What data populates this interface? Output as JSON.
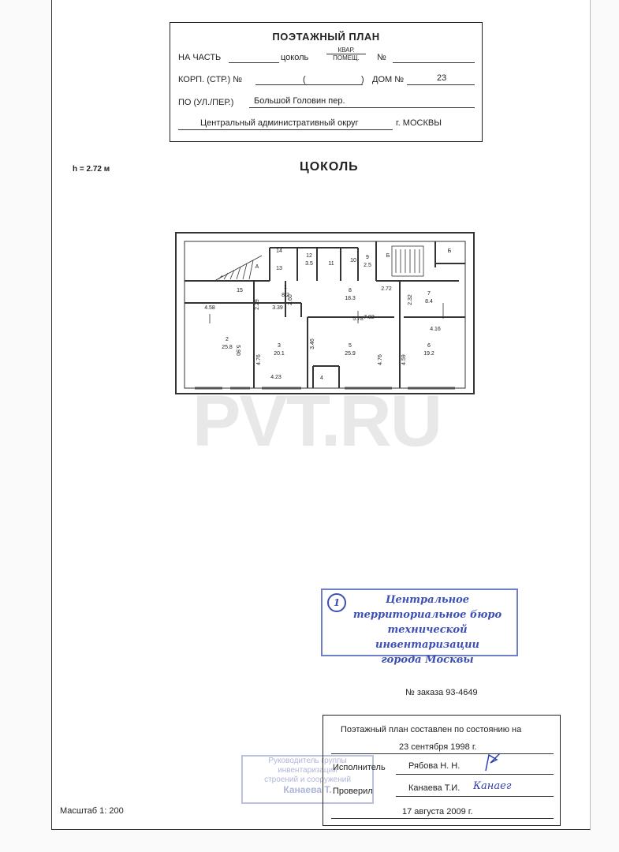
{
  "header": {
    "title": "ПОЭТАЖНЫЙ ПЛАН",
    "na_chast": "НА ЧАСТЬ",
    "tsokol": "цоколь",
    "kvar": "КВАР.",
    "pomeshch": "ПОМЕЩ.",
    "no": "№",
    "korp": "КОРП. (СТР.) №",
    "paren_open": "(",
    "paren_close": ")",
    "dom": "ДОМ №",
    "dom_value": "23",
    "po": "ПО (УЛ./ПЕР.)",
    "street": "Большой Головин пер.",
    "okrug": "Центральный административный округ",
    "city": "г. МОСКВЫ"
  },
  "height_label": "h = 2.72 м",
  "floor_title": "ЦОКОЛЬ",
  "plan": {
    "rooms": [
      {
        "no": "1",
        "area": "8.2"
      },
      {
        "no": "2",
        "area": "25.8"
      },
      {
        "no": "3",
        "area": "20.1"
      },
      {
        "no": "4",
        "area": ""
      },
      {
        "no": "5",
        "area": "25.9"
      },
      {
        "no": "6",
        "area": "19.2"
      },
      {
        "no": "7",
        "area": "8.4"
      },
      {
        "no": "8",
        "area": "18.3"
      },
      {
        "no": "9",
        "area": "2.5"
      },
      {
        "no": "10",
        "area": ""
      },
      {
        "no": "11",
        "area": ""
      },
      {
        "no": "12",
        "area": "3.5"
      },
      {
        "no": "13",
        "area": ""
      },
      {
        "no": "14",
        "area": ""
      },
      {
        "no": "15",
        "area": ""
      }
    ],
    "stair_labels": [
      "Б",
      "Б",
      "А"
    ],
    "dimensions": [
      "4.58",
      "2.29",
      "3.39",
      "2.60",
      "7.02",
      "2.72",
      "2.32",
      "4.16",
      "5.78",
      "5.90",
      "4.76",
      "3.46",
      "4.76",
      "4.59",
      "4.23"
    ]
  },
  "watermark": "PVT.RU",
  "stamp_bti": {
    "number": "1",
    "lines": [
      "Центральное",
      "территориальное бюро",
      "технической инвентаризации",
      "города Москвы"
    ]
  },
  "order_no": "№ заказа 93-4649",
  "signoff": {
    "line1": "Поэтажный план составлен по состоянию на",
    "date1": "23 сентября 1998 г.",
    "ispolnitel_label": "Исполнитель",
    "ispolnitel": "Рябова Н. Н.",
    "proveril_label": "Проверил",
    "proveril": "Канаева Т.И.",
    "sign2": "Канаег",
    "date2": "17 августа 2009 г."
  },
  "stamp_group": {
    "lines": [
      "Руководитель группы",
      "инвентаризации",
      "строений и сооружений",
      "Канаева Т."
    ]
  },
  "scale": "Масштаб 1: 200"
}
